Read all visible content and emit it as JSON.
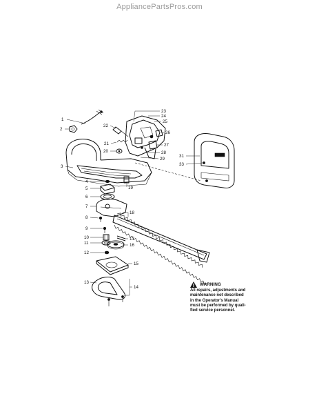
{
  "header": {
    "site_title": "AppliancePartsPros.com"
  },
  "warning": {
    "title": "WARNING",
    "lines": [
      "All repairs, adjustments and",
      "maintenance not described",
      "in the Operator's Manual",
      "must be performed by quali-",
      "fied service personnel."
    ]
  },
  "callouts": {
    "c1": "1",
    "c2": "2",
    "c3": "3",
    "c4": "4",
    "c5": "5",
    "c6": "6",
    "c7": "7",
    "c8": "8",
    "c9": "9",
    "c10": "10",
    "c11": "11",
    "c12": "12",
    "c13": "13",
    "c14": "14",
    "c15": "15",
    "c16": "16",
    "c17": "17",
    "c18": "18",
    "c19": "19",
    "c20": "20",
    "c21": "21",
    "c22": "22",
    "c23": "23",
    "c24": "24",
    "c25": "25",
    "c26": "26",
    "c27": "27",
    "c28": "28",
    "c29": "29",
    "c31": "31",
    "c33": "33"
  },
  "icons": {
    "warning": "warning-triangle-icon"
  }
}
